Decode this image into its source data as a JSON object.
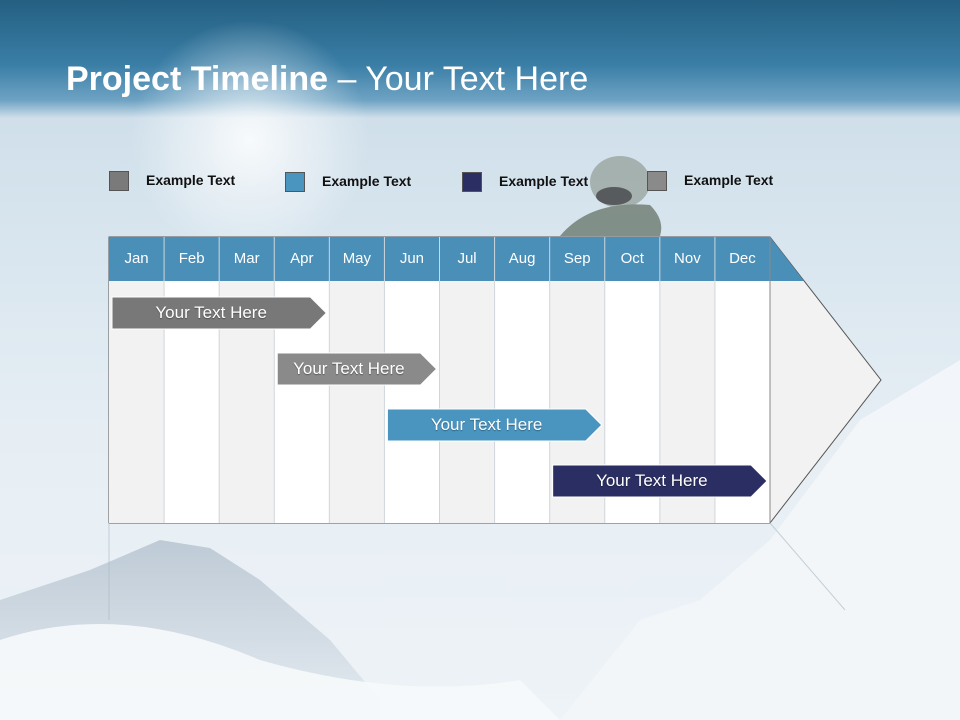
{
  "header": {
    "title_bold": "Project Timeline",
    "title_rest": " – Your Text Here"
  },
  "legend": [
    {
      "label": "Example Text",
      "color": "#7a7a7a"
    },
    {
      "label": "Example Text",
      "color": "#4a95c0"
    },
    {
      "label": "Example Text",
      "color": "#2b2e62"
    },
    {
      "label": "Example Text",
      "color": "#8a8a8a"
    }
  ],
  "timeline": {
    "months": [
      "Jan",
      "Feb",
      "Mar",
      "Apr",
      "May",
      "Jun",
      "Jul",
      "Aug",
      "Sep",
      "Oct",
      "Nov",
      "Dec"
    ],
    "header_color": "#4a8fb8",
    "tasks": [
      {
        "label": "Your  Text Here",
        "start": "Jan",
        "end": "Apr",
        "color": "#787878"
      },
      {
        "label": "Your  Text Here",
        "start": "Apr",
        "end": "Jun",
        "color": "#8a8a8a"
      },
      {
        "label": "Your  Text Here",
        "start": "Jun",
        "end": "Sep",
        "color": "#4a95c0"
      },
      {
        "label": "Your  Text Here",
        "start": "Sep",
        "end": "Dec",
        "color": "#2b2e62"
      }
    ]
  }
}
